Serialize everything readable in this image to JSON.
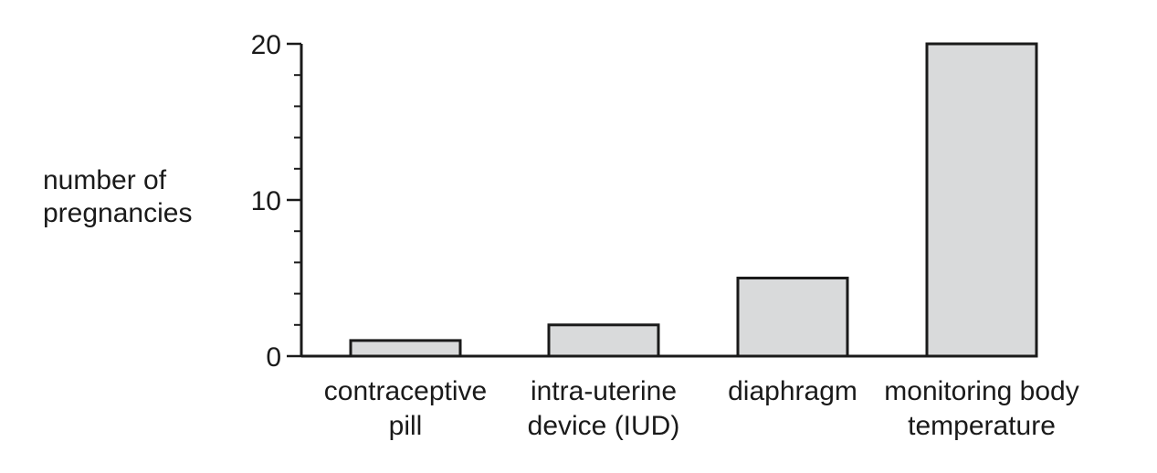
{
  "chart_data": {
    "type": "bar",
    "ylabel": "number of\npregnancies",
    "xlabel": "",
    "ylim": [
      0,
      20
    ],
    "yticks": [
      0,
      10,
      20
    ],
    "minor_tick_step": 2,
    "grid": false,
    "categories": [
      [
        "contraceptive",
        "pill"
      ],
      [
        "intra-uterine",
        "device (IUD)"
      ],
      [
        "diaphragm"
      ],
      [
        "monitoring body",
        "temperature"
      ]
    ],
    "values": [
      1,
      2,
      5,
      20
    ],
    "colors": {
      "bar_fill": "#d9dadb",
      "bar_stroke": "#1a1a1a",
      "axis": "#1a1a1a"
    }
  }
}
